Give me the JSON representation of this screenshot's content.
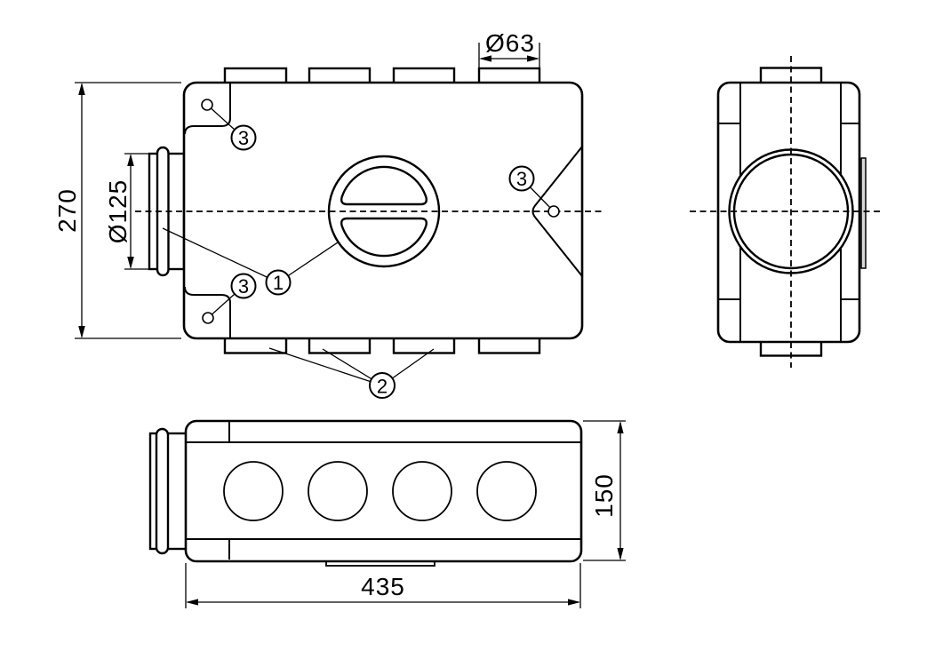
{
  "drawing": {
    "type": "technical-drawing",
    "dimensions": {
      "front_height": "270",
      "inlet_diameter": "Ø125",
      "outlet_diameter": "Ø63",
      "length": "435",
      "depth": "150"
    },
    "callouts": {
      "item1": "1",
      "item2": "2",
      "item3": "3"
    },
    "colors": {
      "line": "#000000",
      "background": "#ffffff",
      "gasket_fill": "#d8d8d8"
    }
  }
}
